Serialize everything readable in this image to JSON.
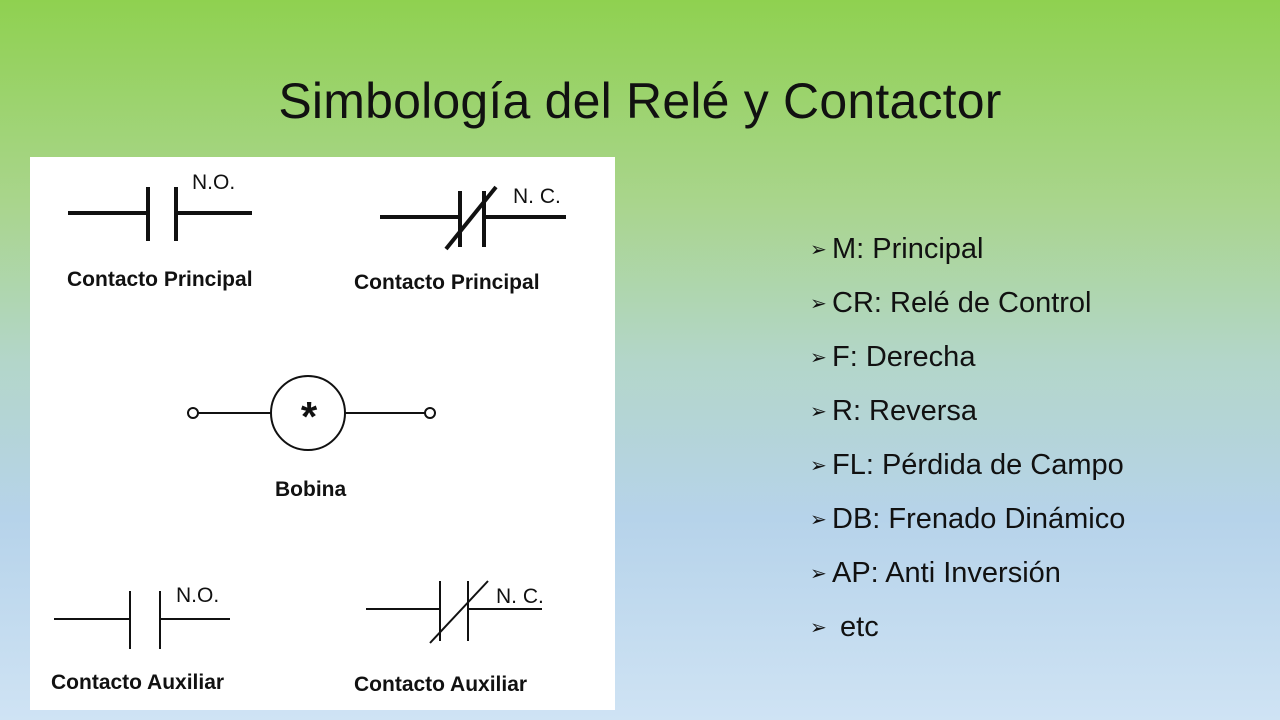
{
  "slide": {
    "title": "Simbología del Relé y Contactor"
  },
  "diagram": {
    "symbols": [
      {
        "id": "no-main",
        "mark": "N.O.",
        "label": "Contacto Principal"
      },
      {
        "id": "nc-main",
        "mark": "N. C.",
        "label": "Contacto Principal"
      },
      {
        "id": "coil",
        "mark": "*",
        "label": "Bobina"
      },
      {
        "id": "no-aux",
        "mark": "N.O.",
        "label": "Contacto Auxiliar"
      },
      {
        "id": "nc-aux",
        "mark": "N. C.",
        "label": "Contacto Auxiliar"
      }
    ]
  },
  "bullets": {
    "marker_icon": "arrow-bullet-icon",
    "items": [
      {
        "text": "M: Principal"
      },
      {
        "text": "CR: Relé de Control"
      },
      {
        "text": "F: Derecha"
      },
      {
        "text": "R: Reversa"
      },
      {
        "text": "FL: Pérdida de Campo"
      },
      {
        "text": "DB: Frenado Dinámico"
      },
      {
        "text": "AP: Anti Inversión"
      },
      {
        "text": " etc"
      }
    ]
  }
}
